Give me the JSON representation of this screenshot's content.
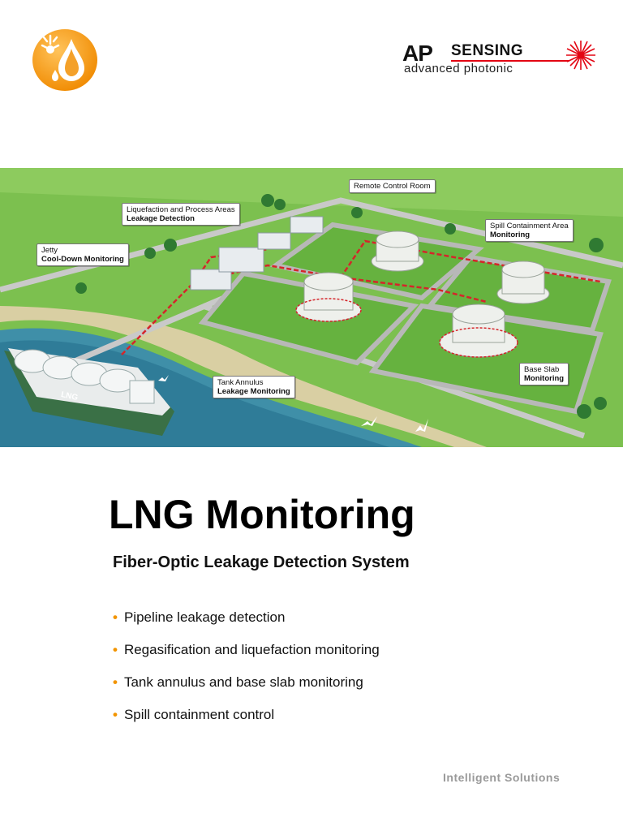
{
  "logo": {
    "brand_sensing": "SENSING",
    "brand_ap": "AP",
    "brand_sub": "advanced photonic",
    "left_icon": "sun-droplet-icon",
    "right_icon": "laser-burst-icon",
    "accent": "#f29400",
    "brand_red": "#e30613"
  },
  "illustration": {
    "callouts": {
      "remote": "Remote Control Room",
      "liquefaction_line1": "Liquefaction and Process Areas",
      "liquefaction_line2": "Leakage Detection",
      "spill_line1": "Spill Containment Area",
      "spill_line2": "Monitoring",
      "jetty_line1": "Jetty",
      "jetty_line2": "Cool-Down Monitoring",
      "tank_line1": "Tank Annulus",
      "tank_line2": "Leakage Monitoring",
      "base_line1": "Base Slab",
      "base_line2": "Monitoring"
    },
    "ship_label": "LNG"
  },
  "title": "LNG Monitoring",
  "subtitle": "Fiber-Optic Leakage Detection System",
  "bullets": [
    "Pipeline leakage detection",
    "Regasification and liquefaction monitoring",
    "Tank annulus and base slab monitoring",
    "Spill containment control"
  ],
  "footer": "Intelligent Solutions"
}
